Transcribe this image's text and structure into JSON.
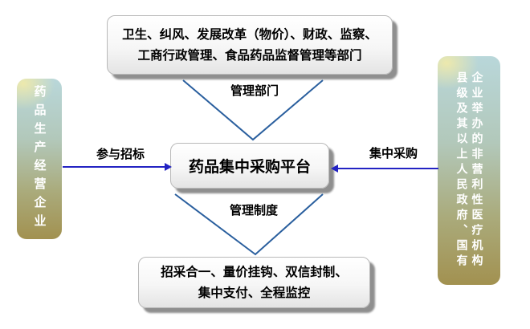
{
  "diagram": {
    "top_box": {
      "line1": "卫生、纠风、发展改革（物价）、财政、监察、",
      "line2": "工商行政管理、食品药品监督管理等部门"
    },
    "top_funnel_label": "管理部门",
    "center_box_label": "药品集中采购平台",
    "bottom_funnel_label": "管理制度",
    "bottom_box": {
      "line1": "招采合一、量价挂钩、双信封制、",
      "line2": "集中支付、全程监控"
    },
    "left_box_label": "药品生产经营企业",
    "right_box": {
      "column_left": "县级及其以上人民政府、国有",
      "column_right": "企业举办的非营利性医疗机构"
    },
    "left_arrow_label": "参与招标",
    "right_arrow_label": "集中采购",
    "colors": {
      "funnel_line": "#2a5f9e",
      "arrow": "#2323c3",
      "side_box_top": "#b9d7da",
      "side_box_bottom": "#a29150",
      "box_shadow": "#8f8f8f"
    }
  }
}
